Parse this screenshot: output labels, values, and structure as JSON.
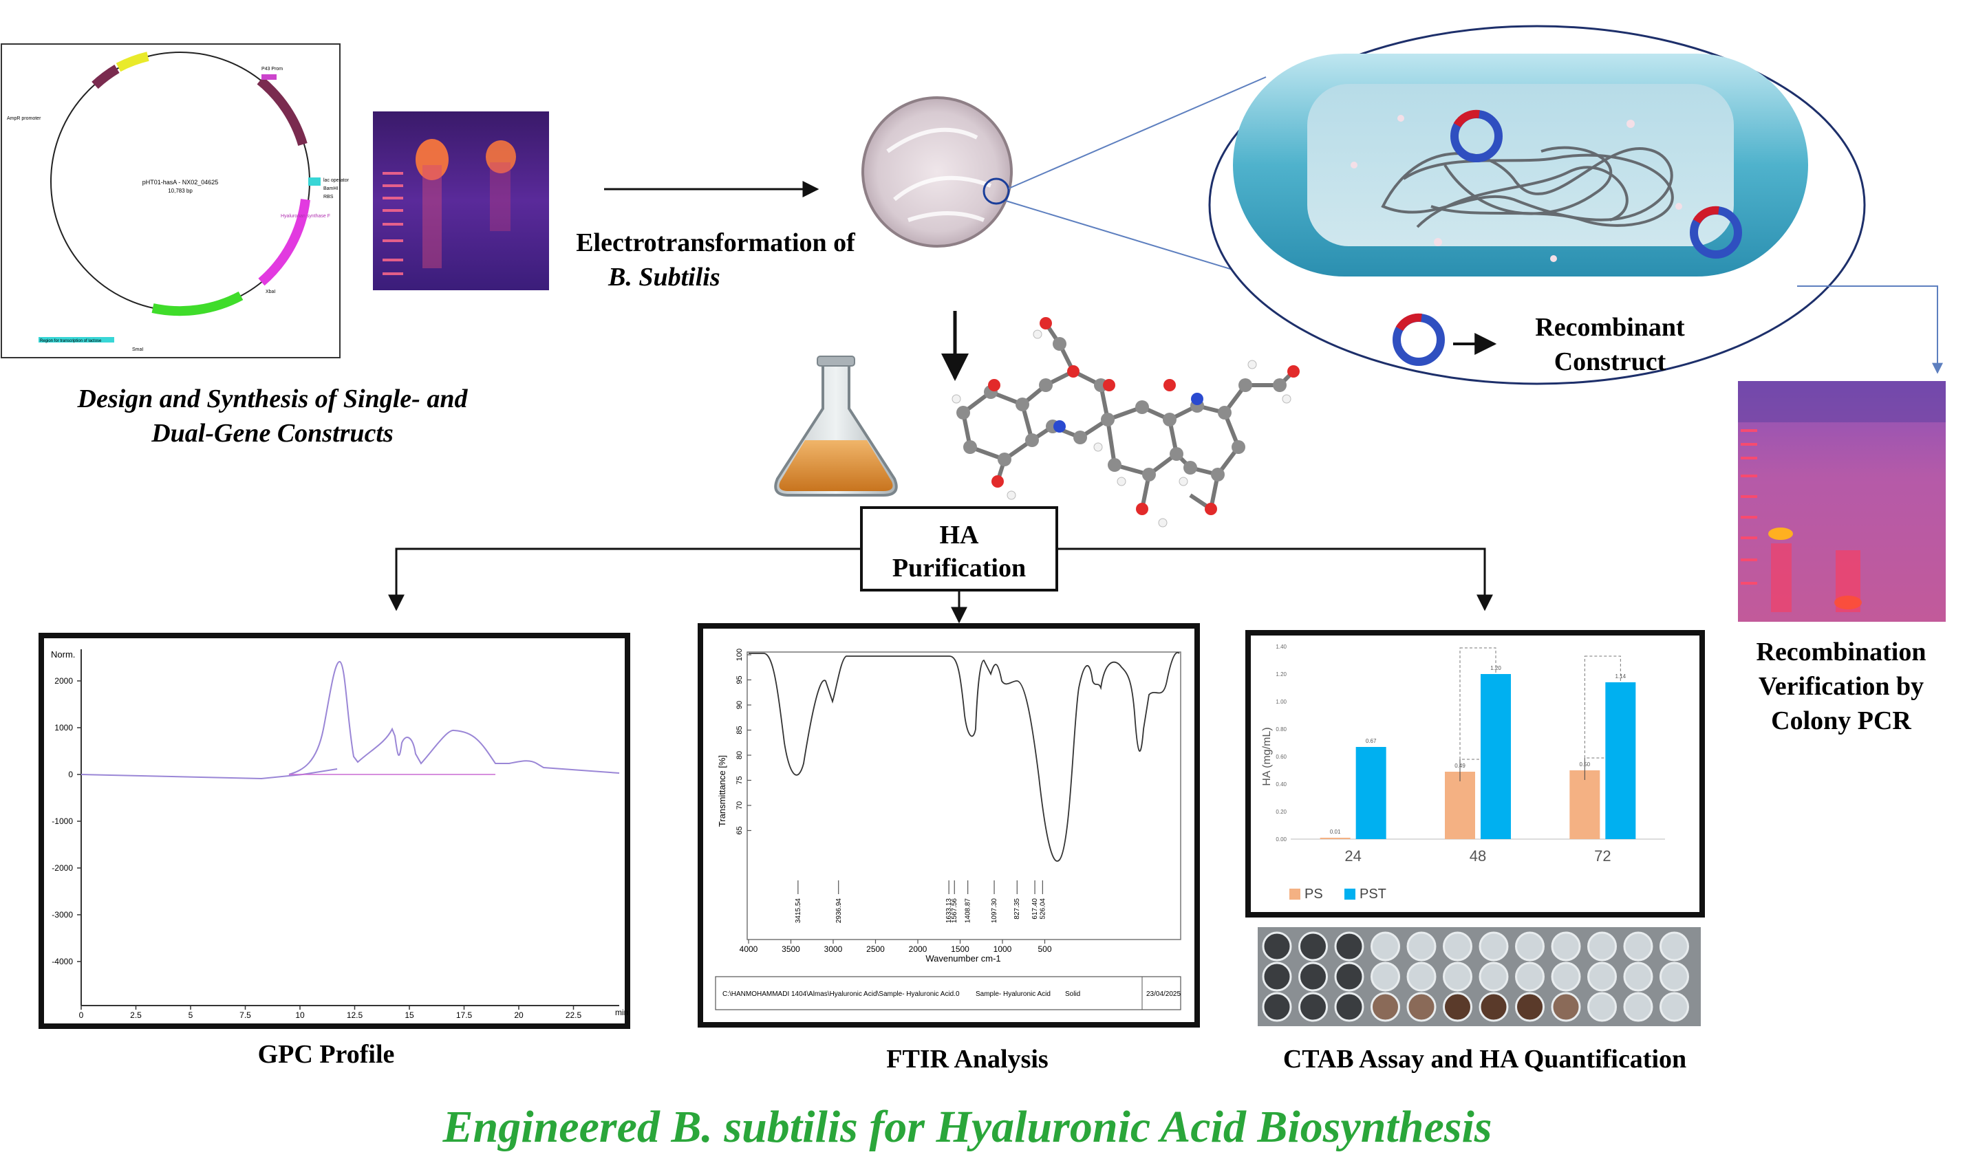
{
  "title": "Engineered B. subtilis for Hyaluronic Acid Biosynthesis",
  "title_color": "#2aa63a",
  "plasmid": {
    "name": "pHT01-hasA - NX02_04625",
    "size": "10,783 bp",
    "caption": [
      "Design and Synthesis of Single- and",
      "Dual-Gene Constructs"
    ],
    "labels": [
      "AmpR promoter",
      "P43 Prom",
      "BamHI",
      "Hyaluronan synthase F",
      "XbaI",
      "SmaI",
      "RBS",
      "lac operator",
      "Region for transcription of lactose"
    ]
  },
  "electro": {
    "line1": "Electrotransformation of",
    "line2": "B. Subtilis"
  },
  "recombinant": {
    "line1": "Recombinant",
    "line2": "Construct"
  },
  "colony_pcr": {
    "line1": "Recombination",
    "line2": "Verification by",
    "line3": "Colony PCR"
  },
  "purification": {
    "line1": "HA",
    "line2": "Purification"
  },
  "gpc": {
    "caption": "GPC Profile",
    "ylabel": "Norm.",
    "yticks": [
      "2000",
      "1000",
      "0",
      "-1000",
      "-2000",
      "-3000",
      "-4000"
    ],
    "xticks": [
      "0",
      "2.5",
      "5",
      "7.5",
      "10",
      "12.5",
      "15",
      "17.5",
      "20",
      "22.5"
    ],
    "xunit": "min"
  },
  "ftir": {
    "caption": "FTIR Analysis",
    "ylabel": "Transmittance [%]",
    "xlabel": "Wavenumber cm-1",
    "yticks": [
      "100",
      "95",
      "90",
      "85",
      "80",
      "75",
      "70",
      "65"
    ],
    "xticks": [
      "4000",
      "3500",
      "3000",
      "2500",
      "2000",
      "1500",
      "1000",
      "500"
    ],
    "peaks": [
      "3415.54",
      "2936.94",
      "1633.13",
      "1567.56",
      "1408.87",
      "1097.30",
      "827.35",
      "617.40",
      "526.04"
    ],
    "footer_path": "C:\\HANMOHAMMADI 1404\\Almas\\Hyaluronic Acid\\Sample- Hyaluronic Acid.0",
    "footer_sample": "Sample- Hyaluronic Acid",
    "footer_state": "Solid",
    "footer_date": "23/04/2025"
  },
  "ctab": {
    "caption": "CTAB Assay and HA Quantification"
  },
  "chart_data": {
    "type": "bar",
    "categories": [
      "24",
      "48",
      "72"
    ],
    "series": [
      {
        "name": "PS",
        "values": [
          0.01,
          0.49,
          0.5
        ],
        "color": "#f4b183"
      },
      {
        "name": "PST",
        "values": [
          0.67,
          1.2,
          1.14
        ],
        "color": "#00b0f0"
      }
    ],
    "value_labels": [
      [
        "0.01",
        "0.49",
        "0.50"
      ],
      [
        "0.67",
        "1.20",
        "1.14"
      ]
    ],
    "ylabel": "HA (mg/mL)",
    "ylim": [
      0,
      1.4
    ],
    "yticks": [
      "0.00",
      "0.20",
      "0.40",
      "0.60",
      "0.80",
      "1.00",
      "1.20",
      "1.40"
    ],
    "legend": "bottom-left"
  }
}
